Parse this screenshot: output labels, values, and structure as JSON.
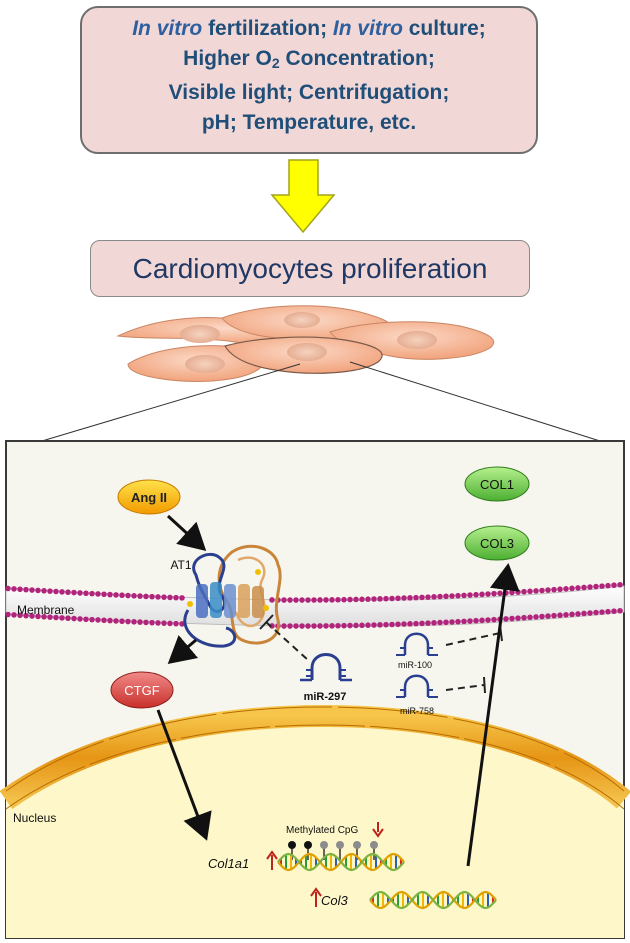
{
  "conditions": {
    "line1_ital_a": "In vitro",
    "line1_text_a": " fertilization; ",
    "line1_ital_b": "In vitro",
    "line1_text_b": "  culture;",
    "line2_pre": "Higher O",
    "line2_sub": "2",
    "line2_post": " Concentration;",
    "line3": "Visible light; Centrifugation;",
    "line4": "pH; Temperature, etc."
  },
  "proliferation_label": "Cardiomyocytes proliferation",
  "cell_labels": {
    "ang2": "Ang II",
    "at1": "AT1",
    "membrane": "Membrane",
    "ctgf": "CTGF",
    "col1": "COL1",
    "col3": "COL3",
    "mir297": "miR-297",
    "mir100": "miR-100",
    "mir758": "miR-758",
    "nucleus": "Nucleus",
    "methylated": "Methylated CpG",
    "col1a1": "Col1a1",
    "col3_gene": "Col3"
  },
  "colors": {
    "box_fill": "#f2d7d7",
    "box_text": "#1f4e79",
    "arrow_yellow": "#ffff00",
    "membrane_dots": "#b0247c",
    "oval_green": "#7dcf5a",
    "oval_red": "#d9534f",
    "oval_orange": "#f4b400",
    "mirna_blue": "#2a3f8f",
    "nucleus_fill": "#fdf7c9",
    "envelope_orange": "#e9a020"
  }
}
